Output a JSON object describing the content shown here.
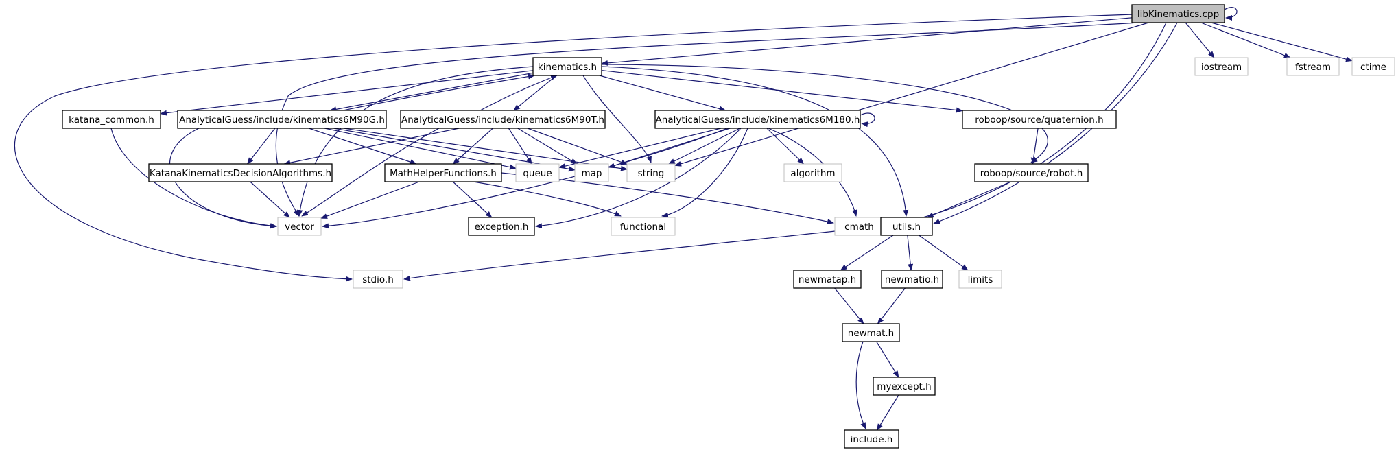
{
  "colors": {
    "edge": "#191970",
    "root_fill": "#bfbfbf",
    "node_border": "#000000",
    "ext_border": "#bfbfbf",
    "background": "#ffffff"
  },
  "nodes": [
    {
      "id": "libkinematics",
      "label": "libKinematics.cpp",
      "kind": "root"
    },
    {
      "id": "kinematics_h",
      "label": "kinematics.h",
      "kind": "internal"
    },
    {
      "id": "iostream",
      "label": "iostream",
      "kind": "external"
    },
    {
      "id": "fstream",
      "label": "fstream",
      "kind": "external"
    },
    {
      "id": "ctime",
      "label": "ctime",
      "kind": "external"
    },
    {
      "id": "katana_common",
      "label": "katana_common.h",
      "kind": "internal"
    },
    {
      "id": "k6m90g",
      "label": "AnalyticalGuess/include/kinematics6M90G.h",
      "kind": "internal"
    },
    {
      "id": "k6m90t",
      "label": "AnalyticalGuess/include/kinematics6M90T.h",
      "kind": "internal"
    },
    {
      "id": "k6m180",
      "label": "AnalyticalGuess/include/kinematics6M180.h",
      "kind": "internal"
    },
    {
      "id": "quaternion",
      "label": "roboop/source/quaternion.h",
      "kind": "internal"
    },
    {
      "id": "kkda",
      "label": "KatanaKinematicsDecisionAlgorithms.h",
      "kind": "internal"
    },
    {
      "id": "mhf",
      "label": "MathHelperFunctions.h",
      "kind": "internal"
    },
    {
      "id": "queue",
      "label": "queue",
      "kind": "external"
    },
    {
      "id": "map",
      "label": "map",
      "kind": "external"
    },
    {
      "id": "string",
      "label": "string",
      "kind": "external"
    },
    {
      "id": "algorithm",
      "label": "algorithm",
      "kind": "external"
    },
    {
      "id": "robot",
      "label": "roboop/source/robot.h",
      "kind": "internal"
    },
    {
      "id": "vector",
      "label": "vector",
      "kind": "external"
    },
    {
      "id": "exception",
      "label": "exception.h",
      "kind": "internal"
    },
    {
      "id": "functional",
      "label": "functional",
      "kind": "external"
    },
    {
      "id": "cmath",
      "label": "cmath",
      "kind": "external"
    },
    {
      "id": "utils",
      "label": "utils.h",
      "kind": "internal"
    },
    {
      "id": "stdio",
      "label": "stdio.h",
      "kind": "external"
    },
    {
      "id": "newmatap",
      "label": "newmatap.h",
      "kind": "internal"
    },
    {
      "id": "newmatio",
      "label": "newmatio.h",
      "kind": "internal"
    },
    {
      "id": "limits",
      "label": "limits",
      "kind": "external"
    },
    {
      "id": "newmat",
      "label": "newmat.h",
      "kind": "internal"
    },
    {
      "id": "myexcept",
      "label": "myexcept.h",
      "kind": "internal"
    },
    {
      "id": "include_h",
      "label": "include.h",
      "kind": "internal"
    }
  ],
  "edges": [
    [
      "libkinematics",
      "libkinematics"
    ],
    [
      "libkinematics",
      "kinematics_h"
    ],
    [
      "libkinematics",
      "iostream"
    ],
    [
      "libkinematics",
      "fstream"
    ],
    [
      "libkinematics",
      "ctime"
    ],
    [
      "libkinematics",
      "vector"
    ],
    [
      "libkinematics",
      "stdio"
    ],
    [
      "libkinematics",
      "string"
    ],
    [
      "libkinematics",
      "cmath"
    ],
    [
      "libkinematics",
      "utils"
    ],
    [
      "kinematics_h",
      "katana_common"
    ],
    [
      "kinematics_h",
      "k6m90g"
    ],
    [
      "kinematics_h",
      "k6m90t"
    ],
    [
      "kinematics_h",
      "k6m180"
    ],
    [
      "kinematics_h",
      "quaternion"
    ],
    [
      "kinematics_h",
      "robot"
    ],
    [
      "kinematics_h",
      "vector"
    ],
    [
      "kinematics_h",
      "string"
    ],
    [
      "kinematics_h",
      "utils"
    ],
    [
      "k6m90g",
      "kinematics_h"
    ],
    [
      "k6m90t",
      "kinematics_h"
    ],
    [
      "k6m180",
      "k6m180"
    ],
    [
      "katana_common",
      "vector"
    ],
    [
      "k6m90g",
      "kkda"
    ],
    [
      "k6m90g",
      "mhf"
    ],
    [
      "k6m90g",
      "vector"
    ],
    [
      "k6m90g",
      "queue"
    ],
    [
      "k6m90g",
      "map"
    ],
    [
      "k6m90g",
      "string"
    ],
    [
      "k6m90t",
      "kkda"
    ],
    [
      "k6m90t",
      "mhf"
    ],
    [
      "k6m90t",
      "vector"
    ],
    [
      "k6m90t",
      "queue"
    ],
    [
      "k6m90t",
      "map"
    ],
    [
      "k6m90t",
      "string"
    ],
    [
      "k6m180",
      "queue"
    ],
    [
      "k6m180",
      "map"
    ],
    [
      "k6m180",
      "string"
    ],
    [
      "k6m180",
      "vector"
    ],
    [
      "k6m180",
      "exception"
    ],
    [
      "k6m180",
      "functional"
    ],
    [
      "k6m180",
      "algorithm"
    ],
    [
      "k6m180",
      "cmath"
    ],
    [
      "kkda",
      "vector"
    ],
    [
      "mhf",
      "vector"
    ],
    [
      "mhf",
      "exception"
    ],
    [
      "mhf",
      "functional"
    ],
    [
      "mhf",
      "cmath"
    ],
    [
      "quaternion",
      "robot"
    ],
    [
      "robot",
      "utils"
    ],
    [
      "utils",
      "stdio"
    ],
    [
      "utils",
      "newmatap"
    ],
    [
      "utils",
      "newmatio"
    ],
    [
      "utils",
      "limits"
    ],
    [
      "newmatap",
      "newmat"
    ],
    [
      "newmatio",
      "newmat"
    ],
    [
      "newmat",
      "myexcept"
    ],
    [
      "newmat",
      "include_h"
    ],
    [
      "myexcept",
      "include_h"
    ]
  ]
}
